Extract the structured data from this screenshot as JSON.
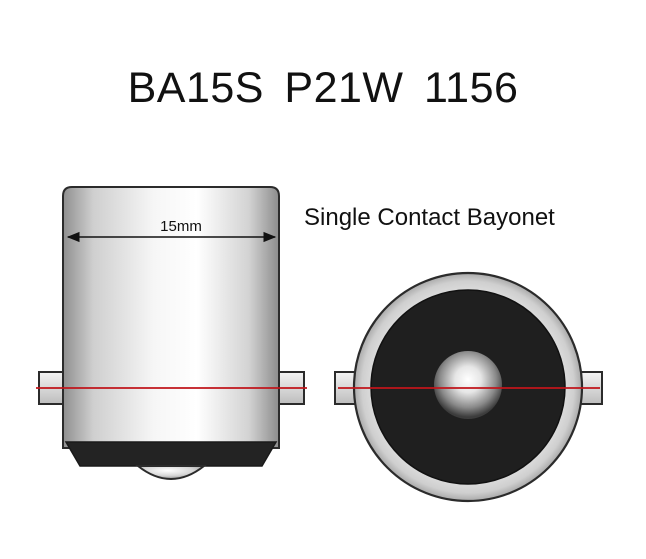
{
  "title": "BA15S  P21W  1156",
  "contact_type": "Single Contact Bayonet",
  "dimension_label": "15mm",
  "colors": {
    "outline": "#2b2b2b",
    "base_dark": "#232323",
    "center_line": "#c0151b",
    "text": "#111111"
  }
}
